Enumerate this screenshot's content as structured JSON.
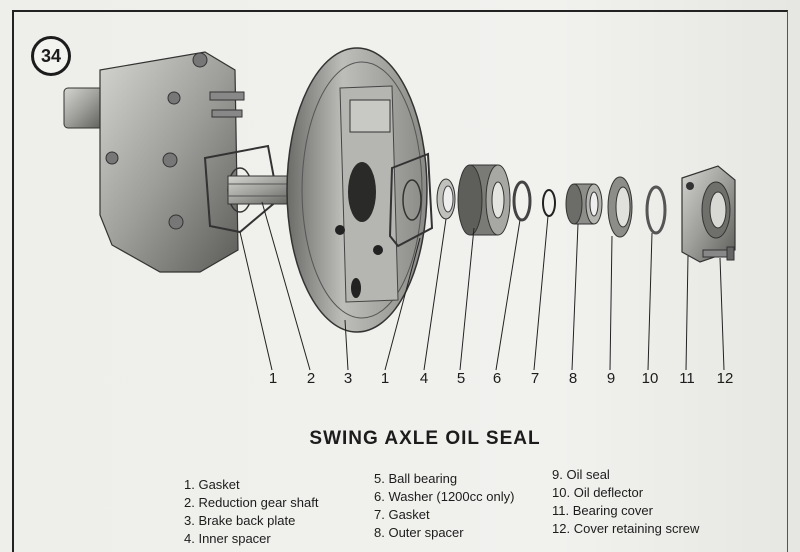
{
  "figure_number": "34",
  "title": "SWING AXLE OIL SEAL",
  "callout_numbers": [
    "1",
    "2",
    "3",
    "1",
    "4",
    "5",
    "6",
    "7",
    "8",
    "9",
    "10",
    "11",
    "12"
  ],
  "legend": [
    {
      "num": "1.",
      "label": "Gasket"
    },
    {
      "num": "2.",
      "label": "Reduction gear shaft"
    },
    {
      "num": "3.",
      "label": "Brake back plate"
    },
    {
      "num": "4.",
      "label": "Inner spacer"
    },
    {
      "num": "5.",
      "label": "Ball bearing"
    },
    {
      "num": "6.",
      "label": "Washer (1200cc only)"
    },
    {
      "num": "7.",
      "label": "Gasket"
    },
    {
      "num": "8.",
      "label": "Outer spacer"
    },
    {
      "num": "9.",
      "label": "Oil seal"
    },
    {
      "num": "10.",
      "label": "Oil deflector"
    },
    {
      "num": "11.",
      "label": "Bearing cover"
    },
    {
      "num": "12.",
      "label": "Cover retaining screw"
    }
  ],
  "colors": {
    "ink": "#1c1c1c",
    "metal": "#9a9a96",
    "metal_dark": "#5a5a57",
    "paper": "#efefec"
  }
}
